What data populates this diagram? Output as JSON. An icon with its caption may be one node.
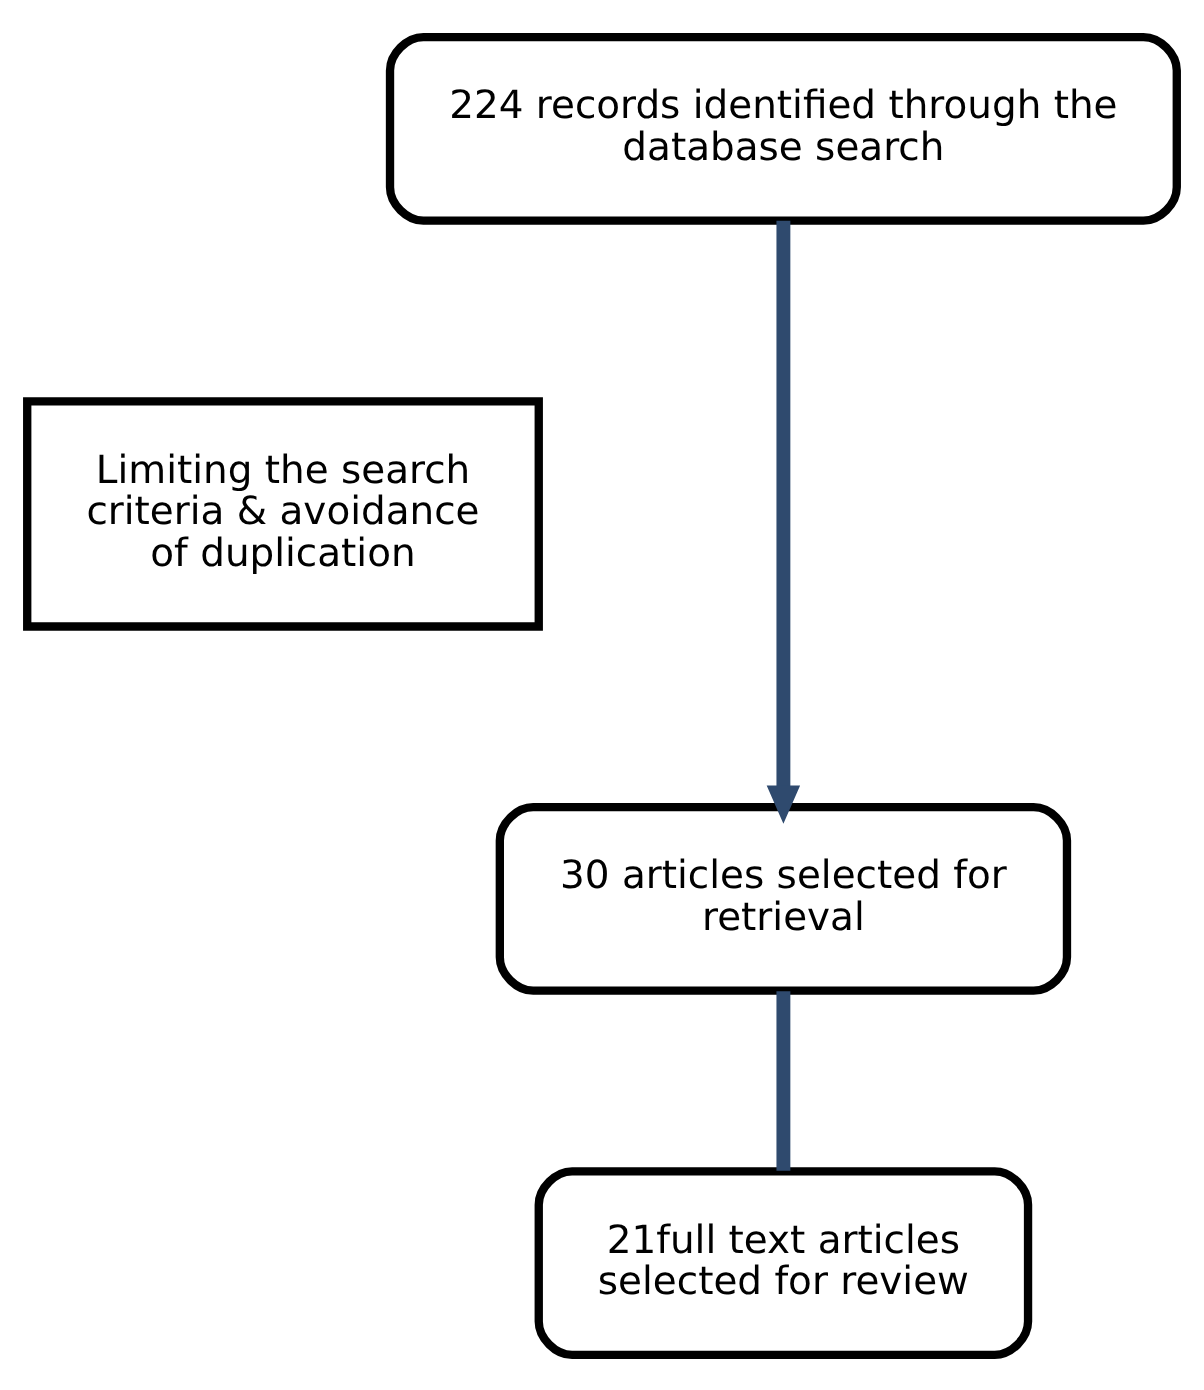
{
  "diagram": {
    "nodes": [
      {
        "text": [
          "224 records identified through the database search"
        ]
      },
      {
        "text": [
          "Limiting the search criteria & avoidance of duplication"
        ]
      },
      {
        "text": [
          "30 articles selected for retrieval"
        ]
      },
      {
        "text": [
          "21full text articles selected for review"
        ]
      }
    ],
    "edges": [
      {
        "from": 0,
        "to": 2,
        "arrow": "to"
      },
      {
        "from": 2,
        "to": 3,
        "arrow": "none"
      }
    ]
  }
}
